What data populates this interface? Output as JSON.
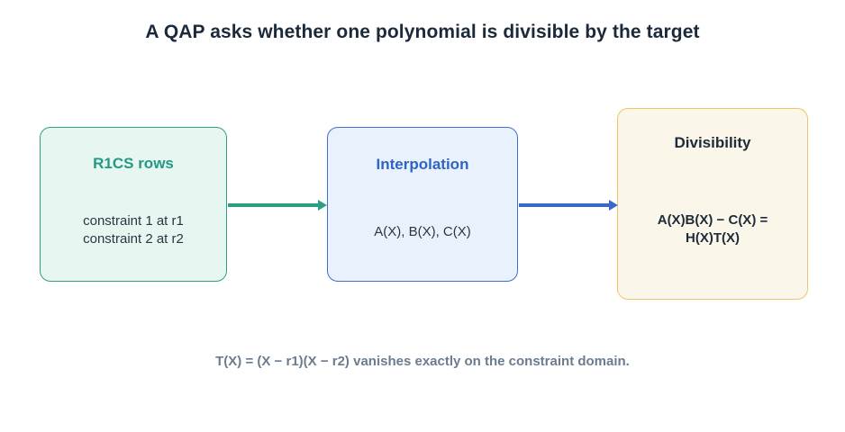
{
  "title": "A QAP asks whether one polynomial is divisible by the target",
  "boxes": {
    "r1cs": {
      "heading": "R1CS rows",
      "lines": [
        "constraint 1 at r1",
        "constraint 2 at r2"
      ]
    },
    "interpolation": {
      "heading": "Interpolation",
      "lines": [
        "A(X), B(X), C(X)"
      ]
    },
    "divisibility": {
      "heading": "Divisibility",
      "lines": [
        "A(X)B(X) − C(X) =",
        "H(X)T(X)"
      ]
    }
  },
  "footnote": "T(X) = (X − r1)(X − r2) vanishes exactly on the constraint domain.",
  "colors": {
    "teal": "#2e9e87",
    "blue": "#3f6fce",
    "gold": "#eec566"
  }
}
